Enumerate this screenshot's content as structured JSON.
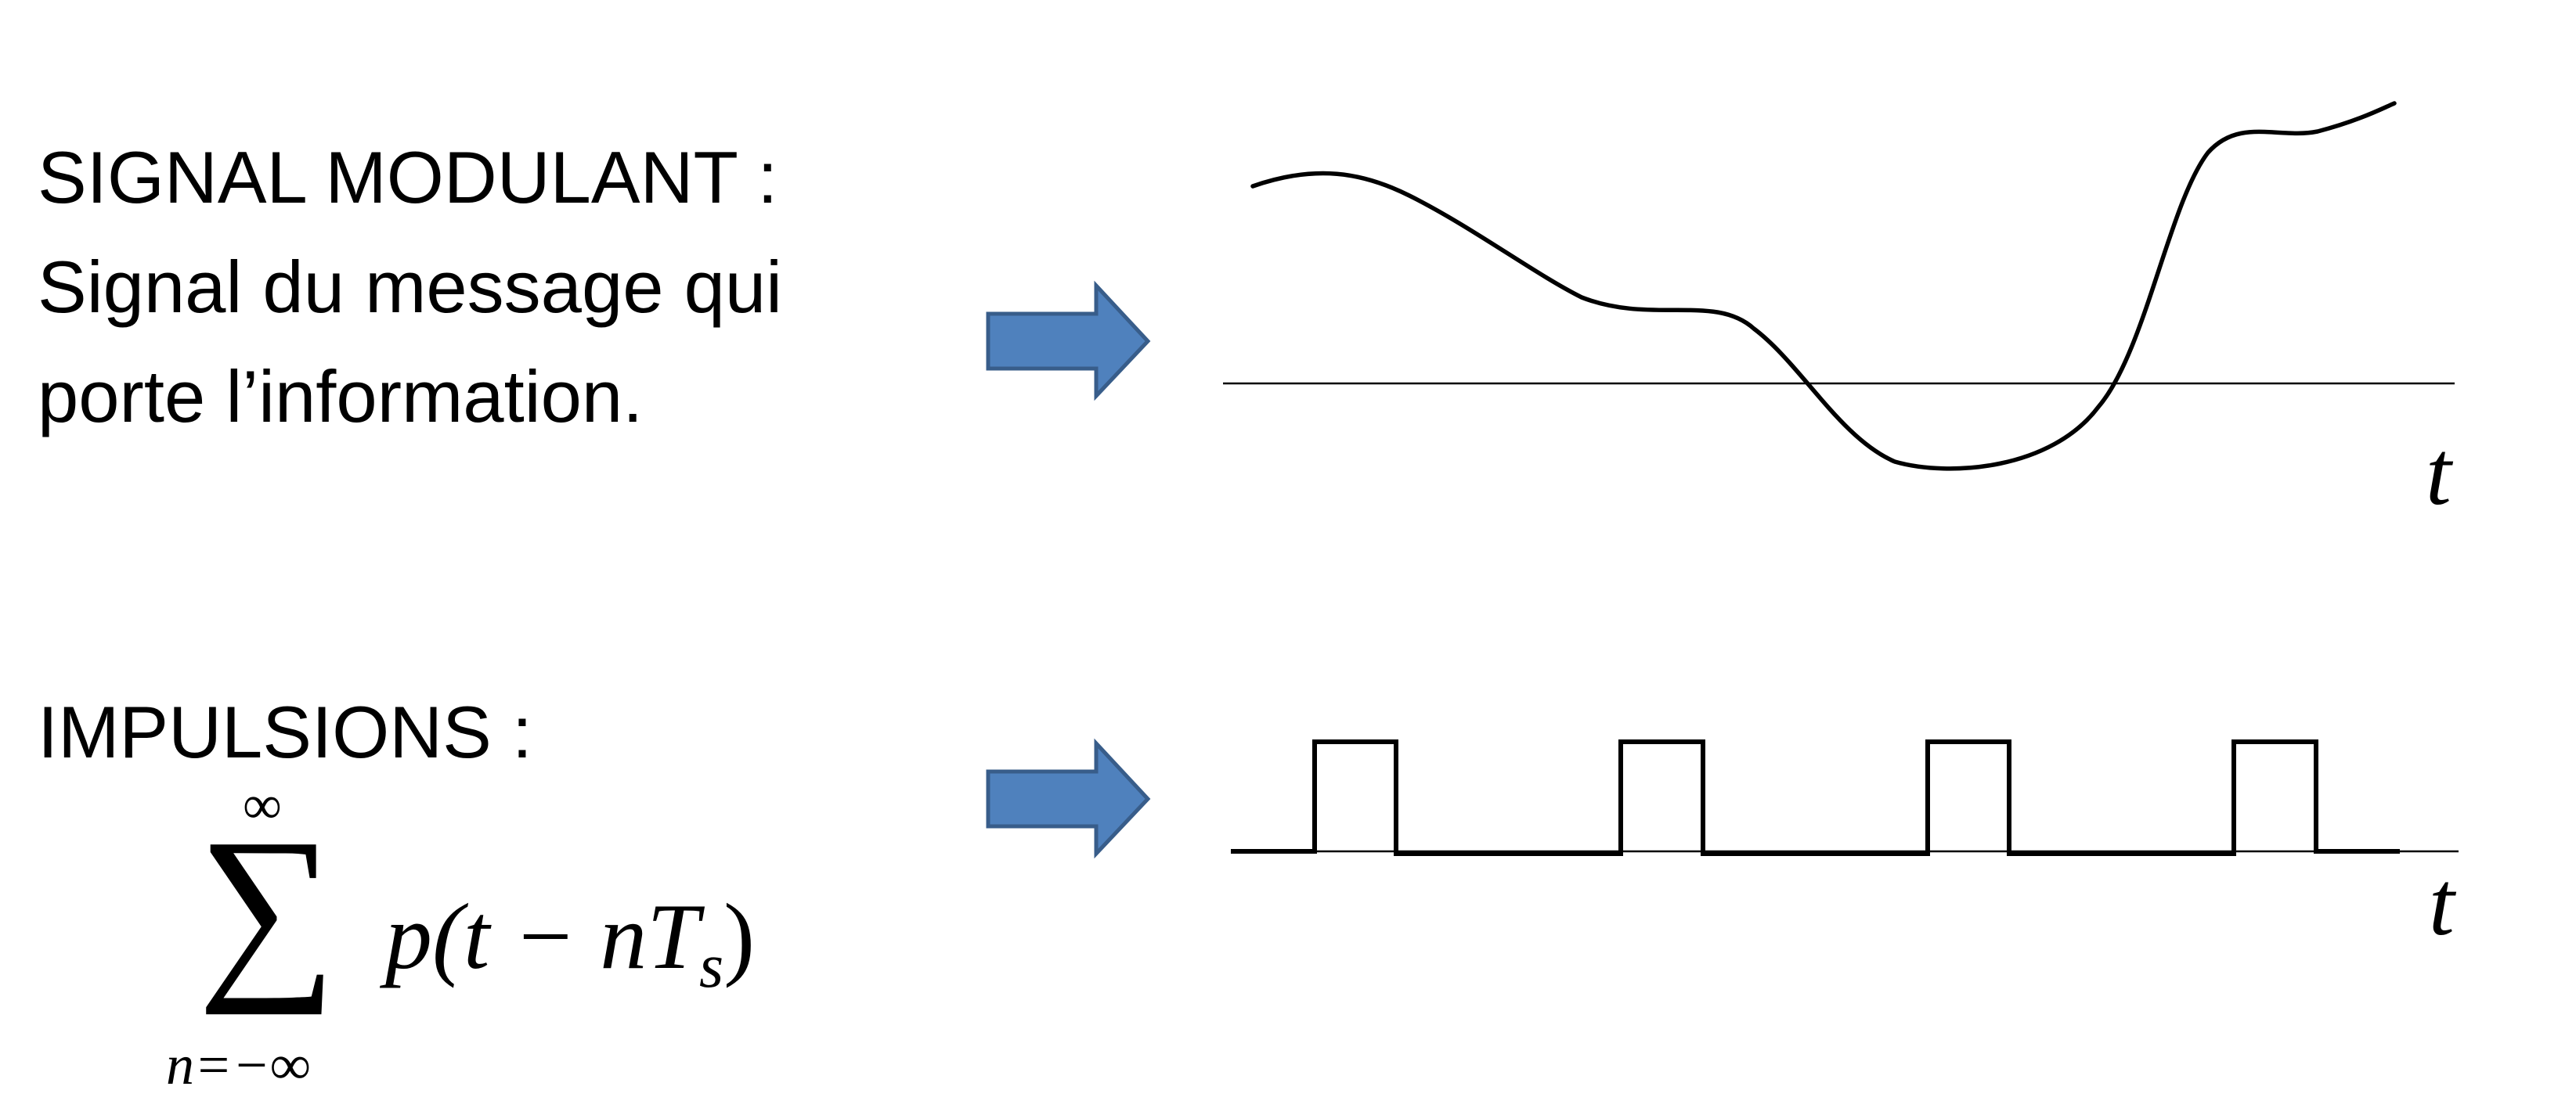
{
  "modulating": {
    "title": "SIGNAL MODULANT :",
    "line2": "Signal du message qui",
    "line3": "porte l’information.",
    "axis_label": "t"
  },
  "impulses": {
    "title": "IMPULSIONS :",
    "sum_upper": "∞",
    "sum_lower": "n=−∞",
    "sum_symbol": "∑",
    "expression": "p(t − nT",
    "subscript": "s",
    "close_paren": ")",
    "axis_label": "t"
  },
  "colors": {
    "arrow_fill": "#4f81bd",
    "arrow_stroke": "#385d8a"
  }
}
